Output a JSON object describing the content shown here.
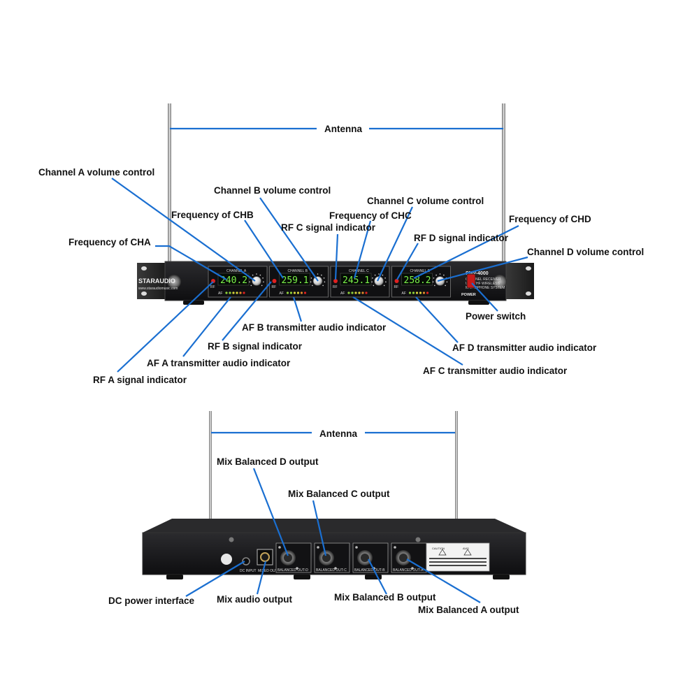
{
  "front": {
    "brand": "STARAUDIO",
    "brand_url": "www.staraudiomusic.com",
    "model": "SMV-4000",
    "model_desc": [
      "CHANNEL RECEIVER",
      "UHF/VHF WIRELESS",
      "MICROPHONE SYSTEM"
    ],
    "power_label": "POWER",
    "channels": [
      {
        "name": "CHANNEL A",
        "freq": "240.2"
      },
      {
        "name": "CHANNEL B",
        "freq": "259.1"
      },
      {
        "name": "CHANNEL C",
        "freq": "245.1"
      },
      {
        "name": "CHANNEL D",
        "freq": "258.2"
      }
    ],
    "rf_label": "RF",
    "af_label": "AF",
    "labels": {
      "antenna": "Antenna",
      "ch_a_volume": "Channel A volume control",
      "ch_b_volume": "Channel B volume control",
      "ch_c_volume": "Channel C volume control",
      "ch_d_volume": "Channel D volume control",
      "freq_a": "Frequency of CHA",
      "freq_b": "Frequency of CHB",
      "freq_c": "Frequency of CHC",
      "freq_d": "Frequency of CHD",
      "rf_a": "RF A signal indicator",
      "rf_b": "RF B signal indicator",
      "rf_c": "RF C signal indicator",
      "rf_d": "RF D signal indicator",
      "af_a": "AF A transmitter audio indicator",
      "af_b": "AF B transmitter audio indicator",
      "af_c": "AF C transmitter audio indicator",
      "af_d": "AF D transmitter audio indicator",
      "power_switch": "Power switch"
    }
  },
  "back": {
    "outputs": [
      "BALANCED OUT-D",
      "BALANCED OUT-C",
      "BALANCED OUT-B",
      "BALANCED OUT-A"
    ],
    "dc_label": "DC INPUT",
    "mixed_label": "MIXED OUT",
    "caution": "CAUTION",
    "avis": "AVIS",
    "labels": {
      "antenna": "Antenna",
      "mix_d": "Mix Balanced D output",
      "mix_c": "Mix Balanced C output",
      "mix_b": "Mix Balanced B output",
      "mix_a": "Mix Balanced A output",
      "dc_power": "DC power interface",
      "mix_audio": "Mix audio output"
    }
  },
  "colors": {
    "leader": "#1a6fd1",
    "chassis": "#1b1b1d",
    "lcd_text": "#7cf24a",
    "rf_led": "#e02020"
  }
}
